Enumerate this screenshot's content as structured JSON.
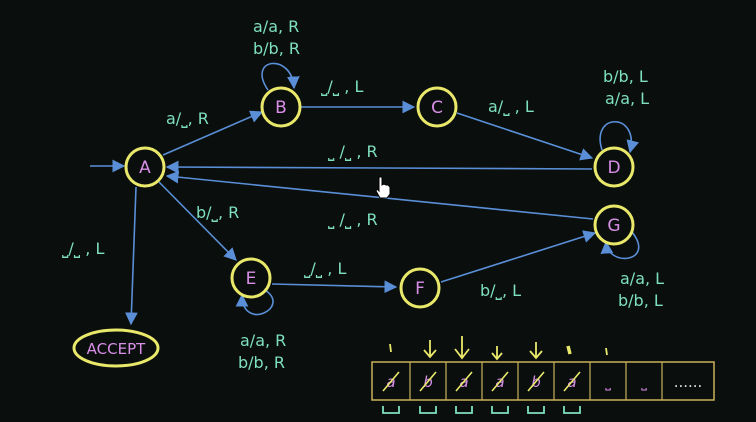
{
  "colors": {
    "background": "#0a0f0d",
    "state_fill": "#0a0f0d",
    "state_stroke": "#e9e86a",
    "state_text": "#d98fe8",
    "edge": "#5a8fd8",
    "edge_label": "#7fe0c0",
    "tape_border": "#c9b25a",
    "tape_symbol": "#d98fe8",
    "cross_out": "#e9e86a",
    "underline_mark": "#7fe0c0",
    "head_marker": "#e9e86a"
  },
  "states": [
    {
      "id": "A",
      "label": "A",
      "start": true
    },
    {
      "id": "B",
      "label": "B"
    },
    {
      "id": "C",
      "label": "C"
    },
    {
      "id": "D",
      "label": "D"
    },
    {
      "id": "E",
      "label": "E"
    },
    {
      "id": "F",
      "label": "F"
    },
    {
      "id": "G",
      "label": "G"
    },
    {
      "id": "ACCEPT",
      "label": "ACCEPT",
      "accept": true
    }
  ],
  "transitions": [
    {
      "from": "A",
      "to": "B",
      "label": [
        "a/⎵, R"
      ]
    },
    {
      "from": "B",
      "to": "B",
      "label": [
        "a/a, R",
        "b/b, R"
      ]
    },
    {
      "from": "B",
      "to": "C",
      "label": [
        "⎵/⎵ , L"
      ]
    },
    {
      "from": "C",
      "to": "D",
      "label": [
        "a/⎵ , L"
      ]
    },
    {
      "from": "D",
      "to": "D",
      "label": [
        "b/b, L",
        "a/a, L"
      ]
    },
    {
      "from": "D",
      "to": "A",
      "label": [
        "⎵ /⎵ , R"
      ]
    },
    {
      "from": "A",
      "to": "E",
      "label": [
        "b/⎵, R"
      ]
    },
    {
      "from": "E",
      "to": "E",
      "label": [
        "a/a, R",
        "b/b, R"
      ]
    },
    {
      "from": "E",
      "to": "F",
      "label": [
        "⎵/⎵ , L"
      ]
    },
    {
      "from": "F",
      "to": "G",
      "label": [
        "b/⎵, L"
      ]
    },
    {
      "from": "G",
      "to": "G",
      "label": [
        "a/a, L",
        "b/b, L"
      ]
    },
    {
      "from": "G",
      "to": "A",
      "label": [
        "⎵ /⎵ , R"
      ]
    },
    {
      "from": "A",
      "to": "ACCEPT",
      "label": [
        "⎵/⎵ , L"
      ]
    }
  ],
  "tape": {
    "cells": [
      "a",
      "b",
      "a",
      "a",
      "b",
      "a",
      "⎵",
      "⎵",
      "......"
    ],
    "crossed": [
      true,
      true,
      true,
      true,
      true,
      true,
      false,
      false,
      false
    ]
  }
}
